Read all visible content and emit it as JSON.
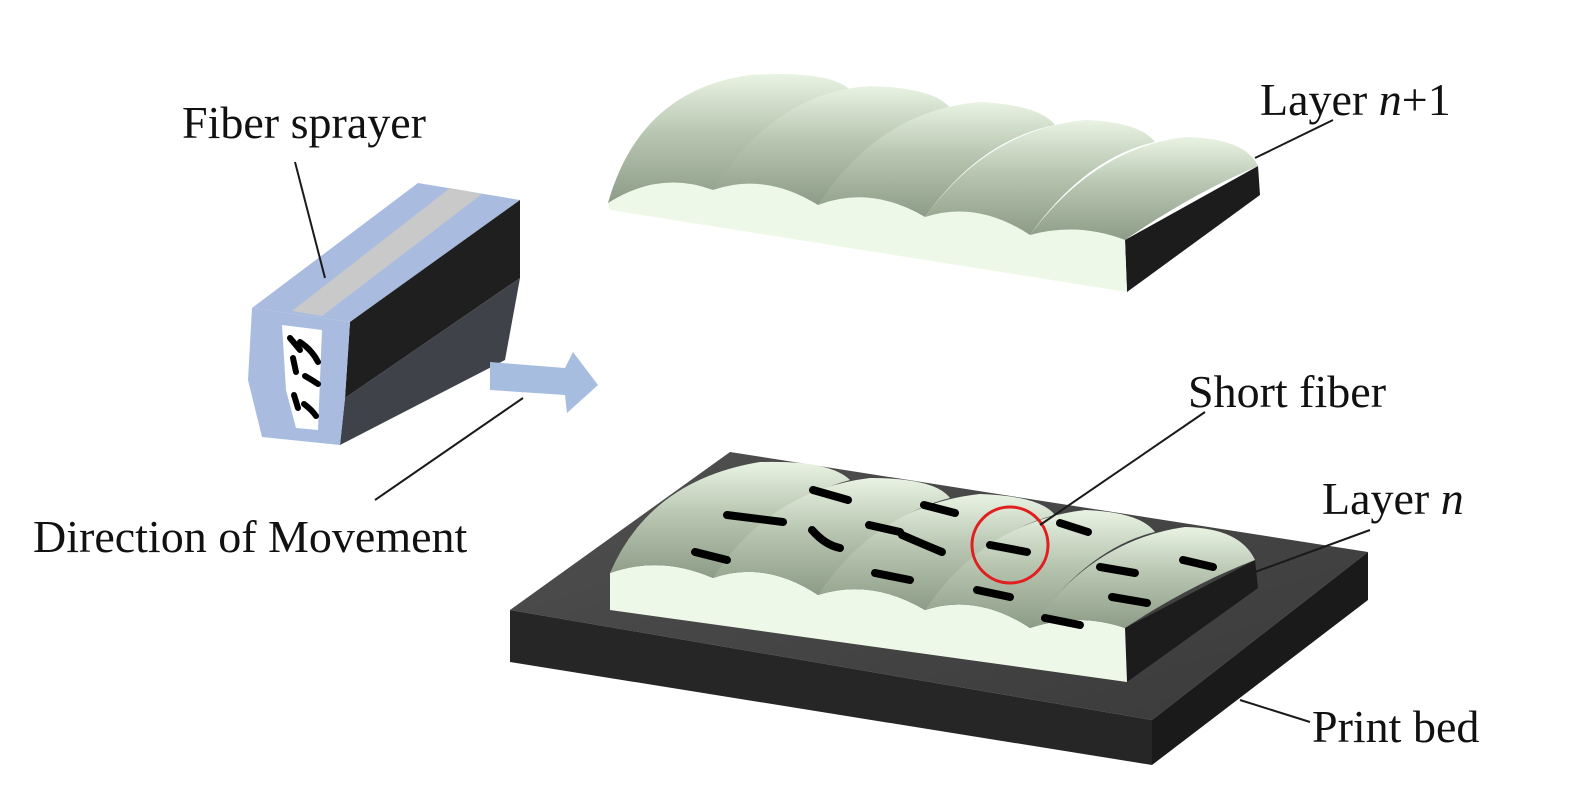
{
  "labels": {
    "fiber_sprayer": "Fiber sprayer",
    "direction_of_movement": "Direction of Movement",
    "layer_n1_prefix": "Layer ",
    "layer_n1_var": "n",
    "layer_n1_suffix": "+1",
    "short_fiber": "Short fiber",
    "layer_n_prefix": "Layer ",
    "layer_n_var": "n",
    "print_bed": "Print bed"
  },
  "colors": {
    "bead_light": "#eef8e8",
    "bead_shade": "#98a891",
    "bead_dark": "#1c1c1c",
    "bed_top": "#454545",
    "bed_front": "#262626",
    "bed_side": "#1a1a1a",
    "sprayer_blue": "#a9bbdf",
    "sprayer_grey": "#c6c6c6",
    "sprayer_black": "#1f1f1f",
    "arrow": "#a7bde0",
    "highlight_circle": "#e02020"
  }
}
